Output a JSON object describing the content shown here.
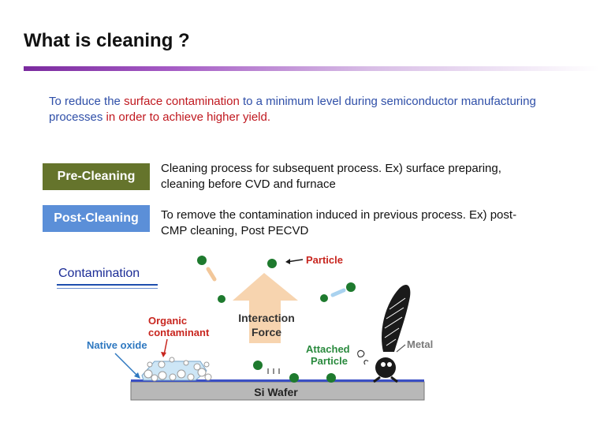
{
  "slide": {
    "title": "What is cleaning ?",
    "intro": {
      "part1": "To reduce the ",
      "part2": "surface contamination",
      "part3": " to a minimum level during semiconductor manufacturing processes ",
      "part4": "in order to achieve higher yield."
    },
    "rows": [
      {
        "label": "Pre-Cleaning",
        "description": "Cleaning process for subsequent process. Ex) surface preparing, cleaning before CVD and furnace"
      },
      {
        "label": "Post-Cleaning",
        "description": "To remove the contamination induced in previous process. Ex) post-CMP cleaning, Post PECVD"
      }
    ],
    "contamination_heading": "Contamination"
  },
  "diagram": {
    "particle_label": "Particle",
    "organic_label_line1": "Organic",
    "organic_label_line2": "contaminant",
    "native_oxide_label": "Native oxide",
    "interaction_line1": "Interaction",
    "interaction_line2": "Force",
    "attached_line1": "Attached",
    "attached_line2": "Particle",
    "metal_label": "Metal",
    "wafer_label": "Si Wafer"
  },
  "colors": {
    "title_rule": "#7a2a9e",
    "intro_text": "#2f4fa8",
    "highlight": "#c0181f",
    "pre_bg": "#65742c",
    "post_bg": "#5b8fd8",
    "particle": "#1e7a2e",
    "wafer": "#b8b8b8",
    "wafer_top": "#3a4fc4",
    "arrow": "#f6cfa6",
    "label_red": "#c8261f",
    "label_blue": "#2e78c0",
    "label_green": "#2a8a3e",
    "label_gray": "#7a7a7a"
  }
}
